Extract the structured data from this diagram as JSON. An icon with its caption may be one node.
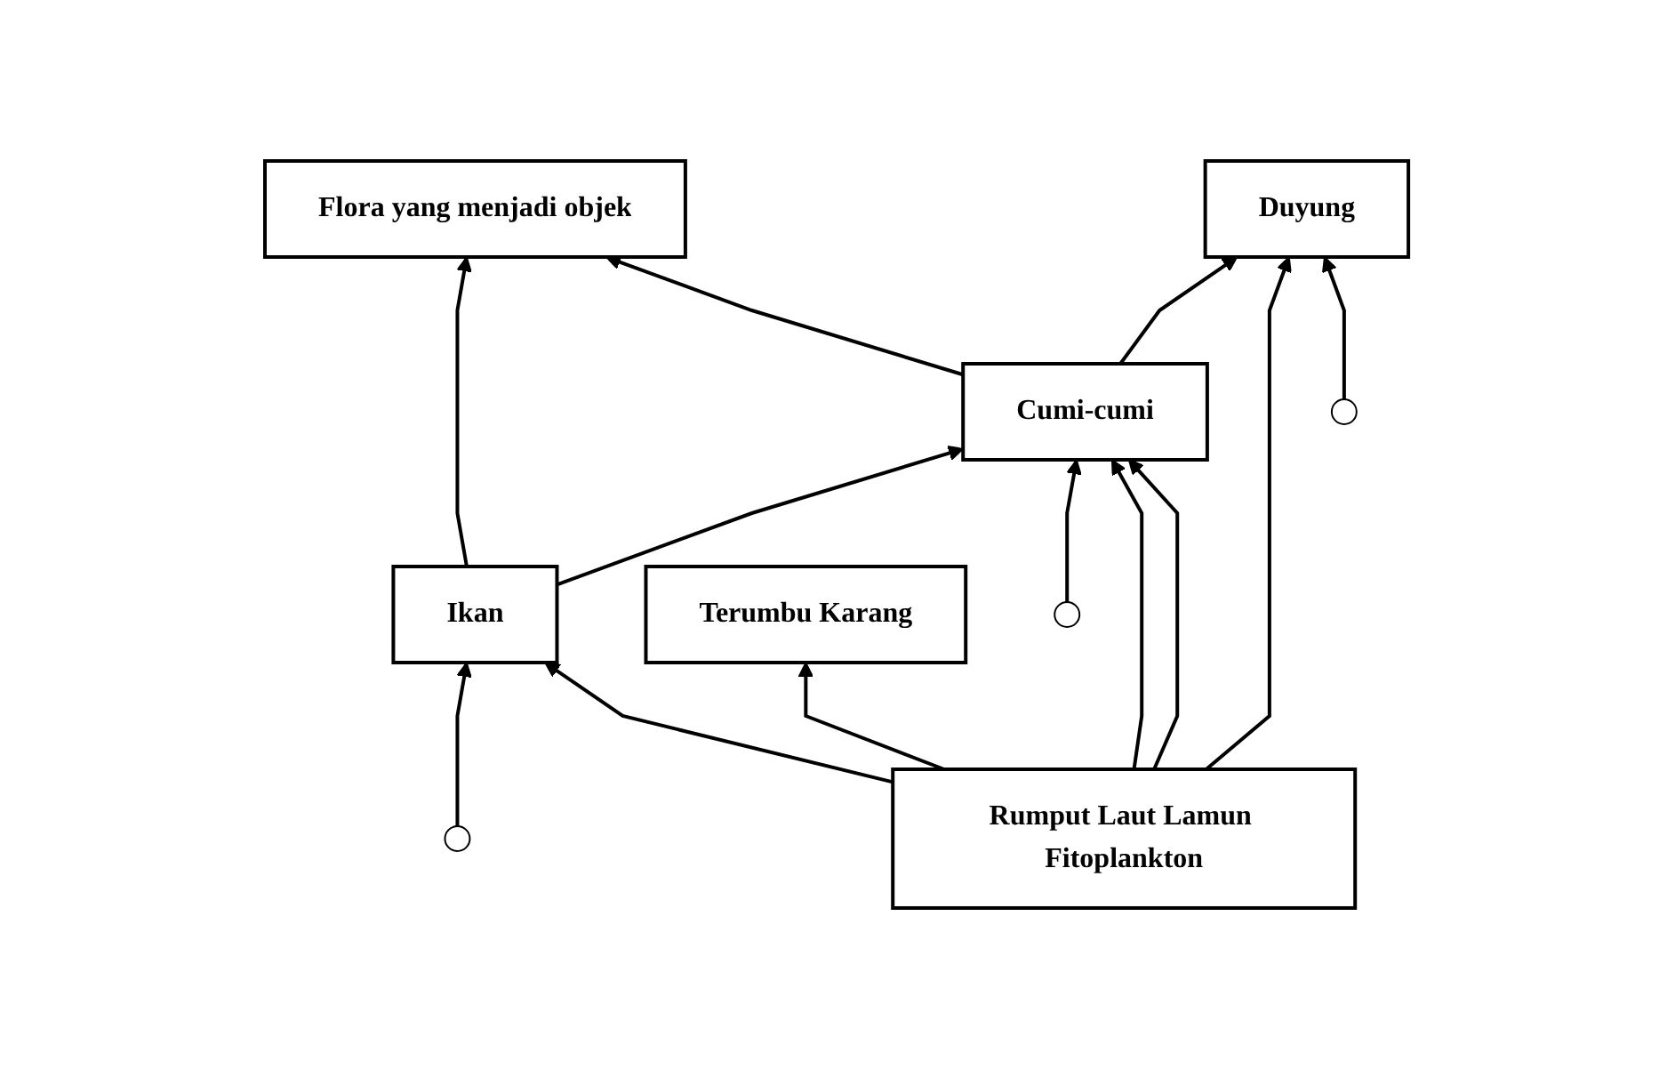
{
  "diagram": {
    "nodes": [
      {
        "text": [
          "Flora yang menjadi objek"
        ]
      },
      {
        "text": [
          "Ikan"
        ]
      },
      {
        "text": [
          "Cumi-cumi"
        ]
      },
      {
        "text": [
          "Duyung"
        ]
      },
      {
        "text": [
          "Terumbu Karang"
        ]
      },
      {
        "text": [
          "Rumput Laut Lamun Fitoplankton"
        ]
      }
    ],
    "edges": [
      {
        "from": 1,
        "to": 0,
        "arrow": "to"
      },
      {
        "from": 2,
        "to": 0,
        "arrow": "to"
      },
      {
        "from": 1,
        "to": 2,
        "arrow": "to"
      },
      {
        "from": null,
        "to": 1,
        "arrow": "to"
      },
      {
        "from": null,
        "to": 2,
        "arrow": "to"
      },
      {
        "from": 5,
        "to": 1,
        "arrow": "to"
      },
      {
        "from": 5,
        "to": 2,
        "arrow": "to"
      },
      {
        "from": 5,
        "to": 2,
        "arrow": "to"
      },
      {
        "from": 2,
        "to": 3,
        "arrow": "to"
      },
      {
        "from": 5,
        "to": 3,
        "arrow": "to"
      },
      {
        "from": 5,
        "to": 4,
        "arrow": "to"
      },
      {
        "from": null,
        "to": 3,
        "arrow": "to"
      }
    ]
  }
}
